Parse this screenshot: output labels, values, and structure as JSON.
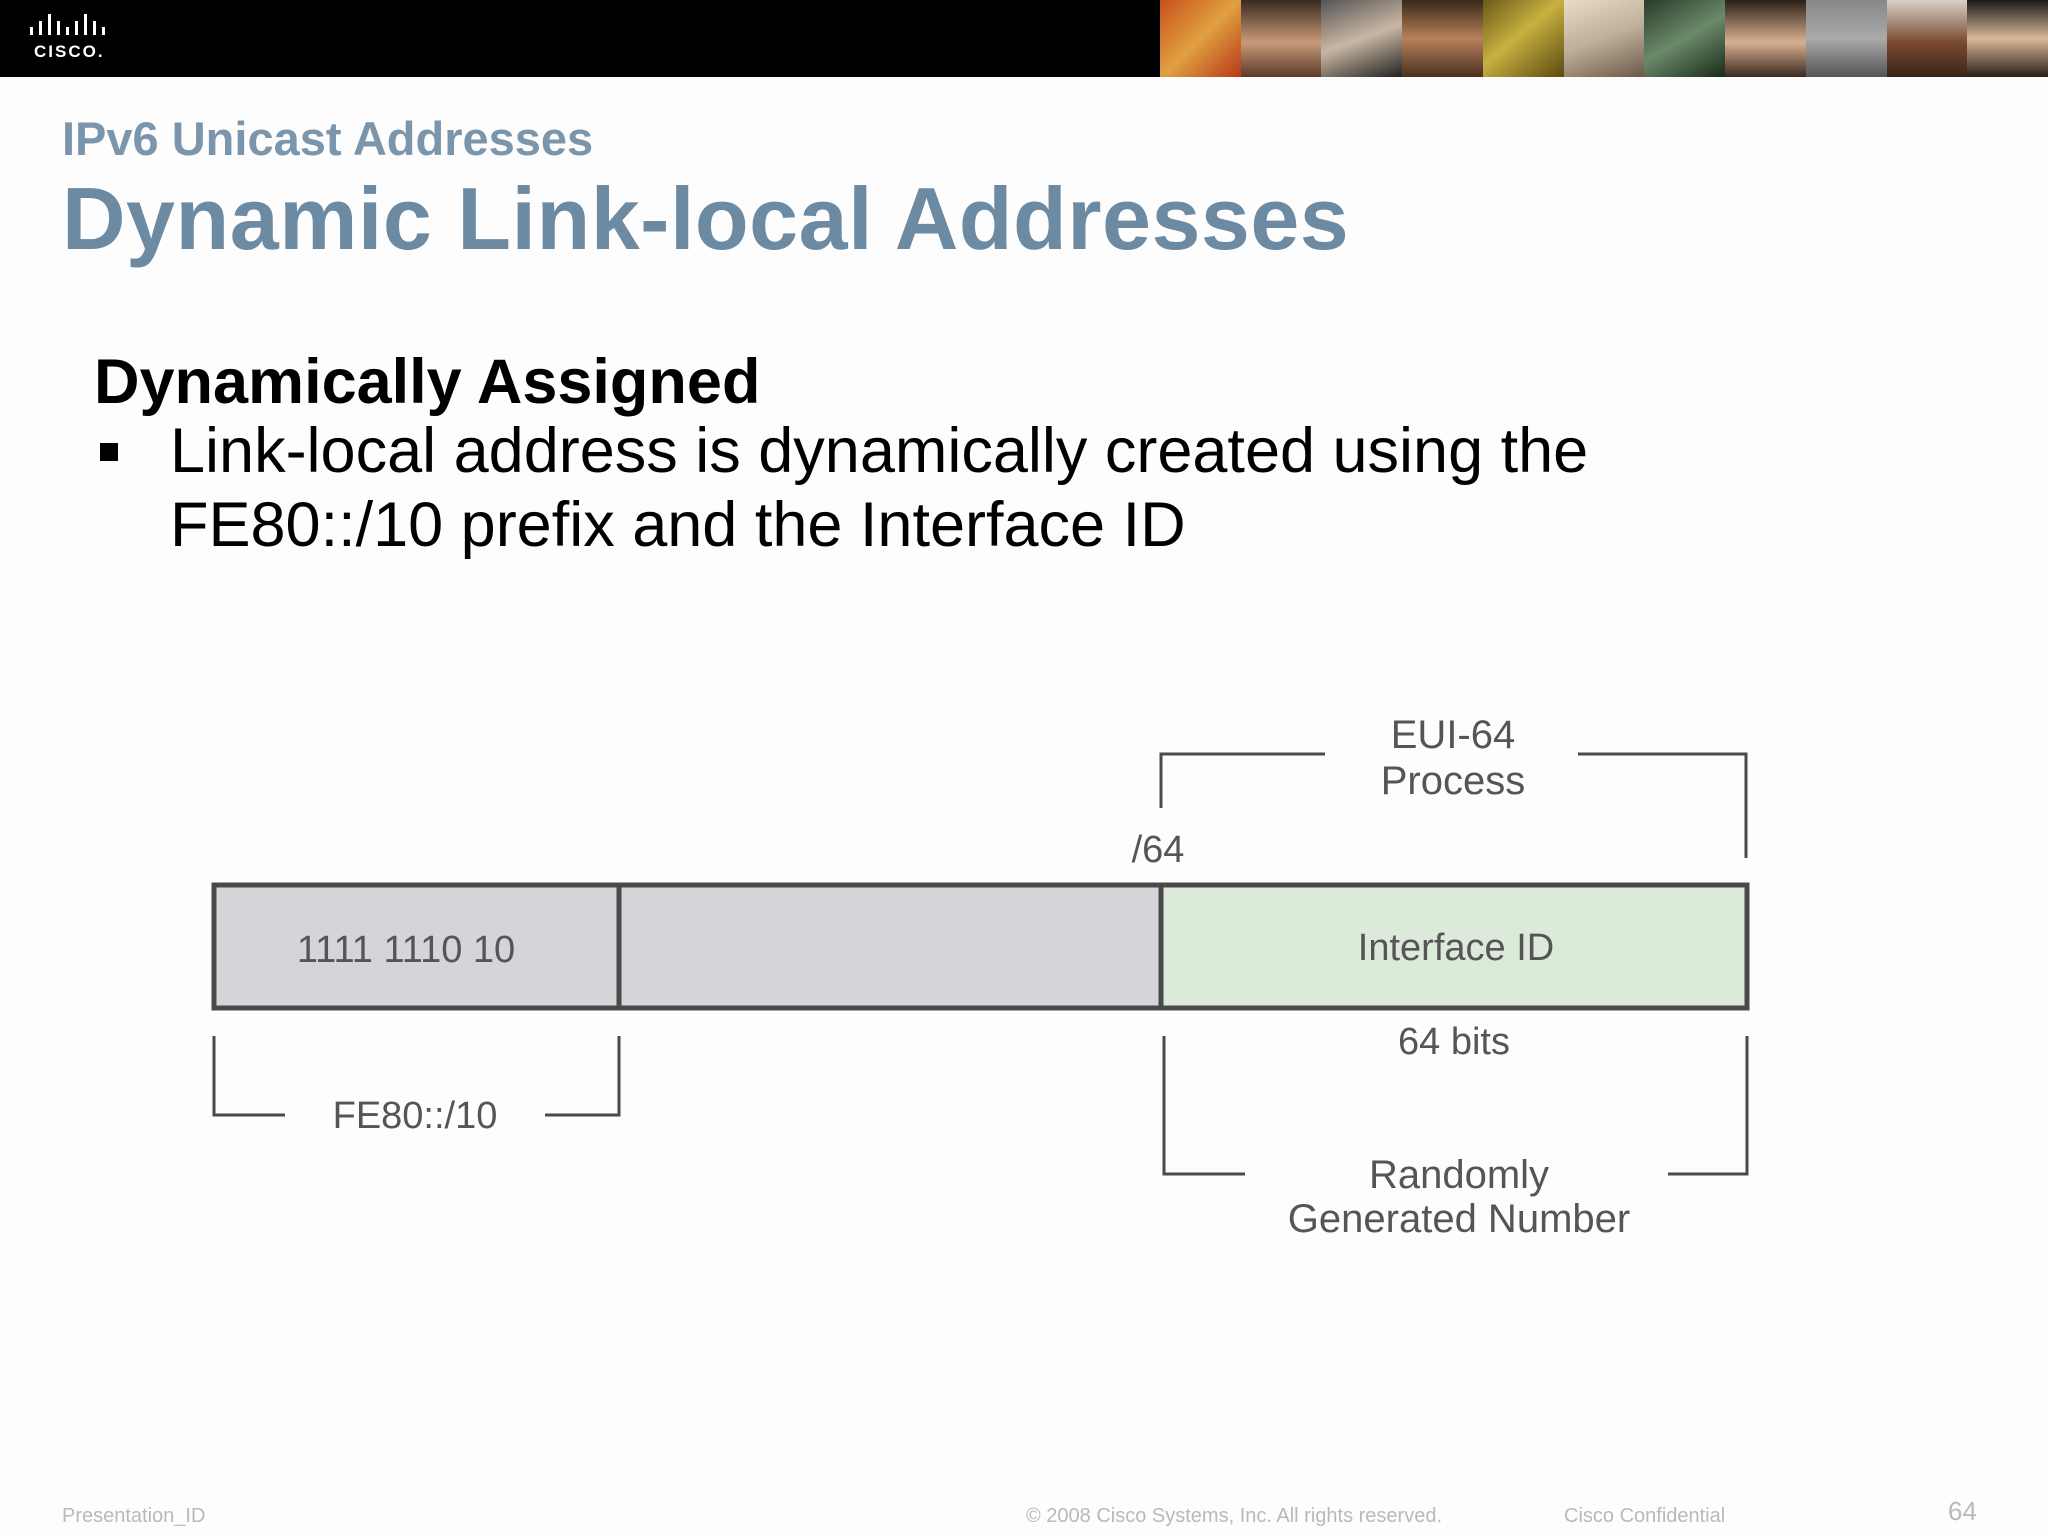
{
  "header": {
    "logo_text": "CISCO."
  },
  "slide": {
    "kicker": "IPv6 Unicast Addresses",
    "title": "Dynamic Link-local Addresses",
    "subhead": "Dynamically Assigned",
    "bullet": "Link-local address is dynamically created using the FE80::/10 prefix and the Interface ID"
  },
  "diagram": {
    "label_eui": "EUI-64",
    "label_process": "Process",
    "label_prefix_len": "/64",
    "field_prefix_bits": "1111 1110 10",
    "field_interface": "Interface ID",
    "label_bits": "64 bits",
    "label_fe80": "FE80::/10",
    "label_random1": "Randomly",
    "label_random2": "Generated Number",
    "colors": {
      "prefix_fill": "#d5d4d8",
      "interface_fill": "#dcebd9",
      "outline": "#4a4a4a"
    }
  },
  "footer": {
    "presentation_id": "Presentation_ID",
    "copyright": "© 2008 Cisco Systems, Inc. All rights reserved.",
    "confidential": "Cisco Confidential",
    "page": "64"
  }
}
